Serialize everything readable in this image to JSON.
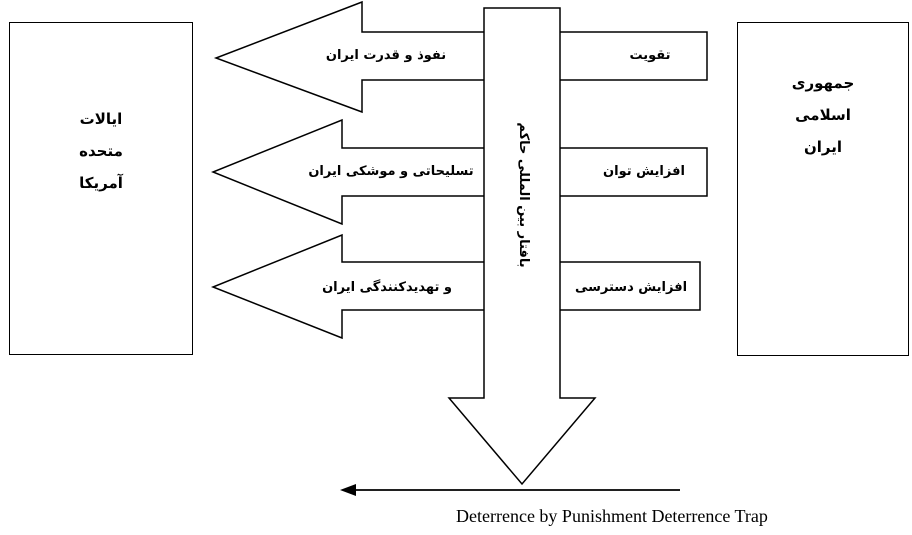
{
  "left_box": {
    "lines": [
      "ایالات",
      "متحده",
      "آمریکا"
    ]
  },
  "right_box": {
    "lines": [
      "جمهوری",
      "اسلامی",
      "ایران"
    ]
  },
  "vertical_arrow_label": "بافتار بین المللی حاکم",
  "rows": [
    {
      "right_label": "تقویت",
      "left_label": "نفوذ و قدرت ایران"
    },
    {
      "right_label": "افزایش توان",
      "left_label": "تسلیحاتی و موشکی ایران"
    },
    {
      "right_label": "افزایش دسترسی",
      "left_label": "و تهدیدکنندگی ایران"
    }
  ],
  "caption": "Deterrence by Punishment Deterrence Trap"
}
